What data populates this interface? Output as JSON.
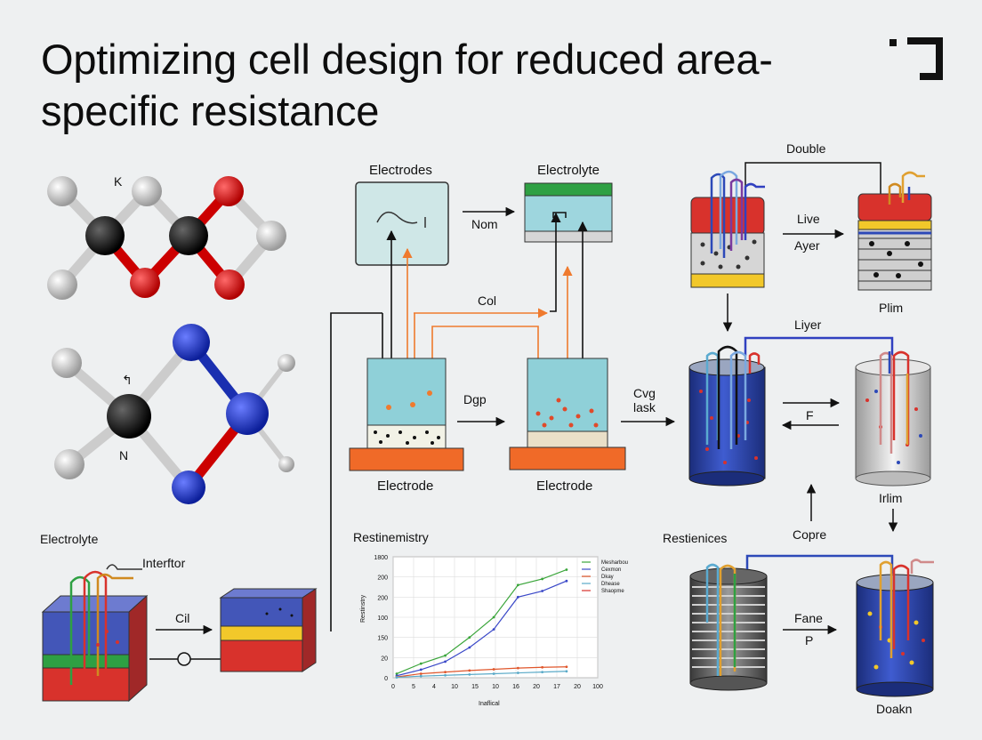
{
  "title": "Optimizing cell design for reduced area-specific resistance",
  "labels": {
    "electrodes_top": "Electrodes",
    "electrolyte_top": "Electrolyte",
    "nom": "Nom",
    "col": "Col",
    "dgp": "Dgp",
    "electrode_left": "Electrode",
    "electrode_right": "Electrode",
    "cvg": "Cvg",
    "lask": "lask",
    "double": "Double",
    "live": "Live",
    "ayer": "Ayer",
    "plim": "Plim",
    "liyer": "Liyer",
    "f": "F",
    "irlim": "Irlim",
    "copre": "Copre",
    "restienices": "Restienices",
    "fane": "Fane",
    "p": "P",
    "doakn": "Doakn",
    "electrolyte_bottom": "Electrolyte",
    "interftor": "Interftor",
    "cil": "Cil",
    "k": "K",
    "n": "N",
    "small_4": "↰"
  },
  "chart_data": {
    "type": "line",
    "title": "Restinemistry",
    "xlabel": "Inaflical",
    "ylabel": "Restinstry",
    "x_ticks": [
      "0",
      "5",
      "4",
      "10",
      "15",
      "10",
      "16",
      "20",
      "17",
      "20",
      "100"
    ],
    "y_ticks": [
      "1800",
      "200",
      "200",
      "100",
      "150",
      "20",
      "0"
    ],
    "legend": [
      "Mesharbou",
      "Cexmon",
      "Dkay",
      "Dhease",
      "Shaopme"
    ],
    "series": [
      {
        "name": "Mesharbou",
        "color": "#3aa53a",
        "values": [
          10,
          35,
          55,
          100,
          150,
          230,
          245,
          268
        ]
      },
      {
        "name": "Cexmon",
        "color": "#3a48c8",
        "values": [
          5,
          20,
          40,
          75,
          120,
          200,
          215,
          240
        ]
      },
      {
        "name": "Dkay",
        "color": "#e0562b",
        "values": [
          2,
          10,
          14,
          18,
          21,
          24,
          26,
          27
        ]
      },
      {
        "name": "Dhease",
        "color": "#5aaac8",
        "values": [
          1,
          4,
          6,
          8,
          10,
          12,
          14,
          16
        ]
      }
    ],
    "ylim": [
      0,
      300
    ]
  },
  "colors": {
    "teal": "#9ed6de",
    "green": "#2ea043",
    "orange": "#f07a2a",
    "red": "#d8322c",
    "blue": "#2c49b8",
    "yellow": "#f2c82a"
  }
}
